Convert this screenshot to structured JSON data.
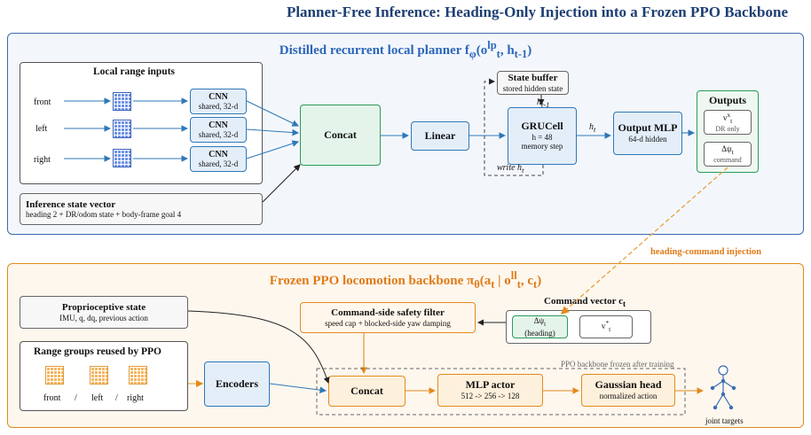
{
  "title": "Planner-Free Inference: Heading-Only Injection into a Frozen PPO Backbone",
  "top_section": {
    "title_main": "Distilled recurrent local planner f",
    "title_sub": "φ",
    "title_args": "(o",
    "title_sup1": "lp",
    "title_sub1": "t",
    "title_mid": ", h",
    "title_sub2": "t-1",
    "title_end": ")"
  },
  "local_range": {
    "title": "Local range inputs",
    "inputs": [
      "front",
      "left",
      "right"
    ],
    "cnn_label": "CNN",
    "cnn_sub": "shared, 32-d"
  },
  "state_vector": {
    "title": "Inference state vector",
    "detail": "heading 2 + DR/odom state + body-frame goal 4"
  },
  "concat_top": "Concat",
  "linear": "Linear",
  "state_buffer": {
    "title": "State buffer",
    "sub": "stored hidden state"
  },
  "h_prev": "h",
  "h_prev_sub": "t-1",
  "gru": {
    "title": "GRUCell",
    "l1": "h = 48",
    "l2": "memory step"
  },
  "write_label": "write h",
  "write_sub": "t",
  "ht_label": "h",
  "ht_sub": "t",
  "output_mlp": {
    "title": "Output MLP",
    "sub": "64-d hidden"
  },
  "outputs": {
    "title": "Outputs",
    "v_label": "v",
    "v_sup": "x",
    "v_sub": "t",
    "v_note": "DR only",
    "dpsi_label": "Δψ",
    "dpsi_sub": "t",
    "dpsi_note": "command"
  },
  "injection_label": "heading-command injection",
  "bottom_section": {
    "title_main": "Frozen PPO locomotion backbone π",
    "title_sub": "θ",
    "title_args": "(a",
    "title_sub1": "t",
    "title_mid": " | o",
    "title_sup2": "ll",
    "title_sub2": "t",
    "title_mid2": ", c",
    "title_sub3": "t",
    "title_end": ")"
  },
  "proprio": {
    "title": "Proprioceptive state",
    "detail": "IMU, q, dq, previous action"
  },
  "range_groups": {
    "title": "Range groups reused by PPO",
    "labels": [
      "front",
      "/",
      "left",
      "/",
      "right"
    ]
  },
  "encoders": "Encoders",
  "safety": {
    "title": "Command-side safety filter",
    "detail": "speed cap + blocked-side yaw damping"
  },
  "command_vector": {
    "title": "Command vector c",
    "title_sub": "t",
    "dpsi": "Δψ",
    "dpsi_sub": "t",
    "dpsi_note": "(heading)",
    "v": "v",
    "v_sup": "*",
    "v_sub": "t"
  },
  "frozen_note": "PPO backbone frozen after training",
  "concat_bot": "Concat",
  "mlp_actor": {
    "title": "MLP actor",
    "detail": "512 -> 256 -> 128"
  },
  "gaussian": {
    "title": "Gaussian head",
    "detail": "normalized action"
  },
  "joint_targets": "joint targets",
  "colors": {
    "blue": "#2f78b7",
    "orange": "#e38a1f",
    "green": "#2c9a5a",
    "title_blue": "#1d3f73"
  }
}
